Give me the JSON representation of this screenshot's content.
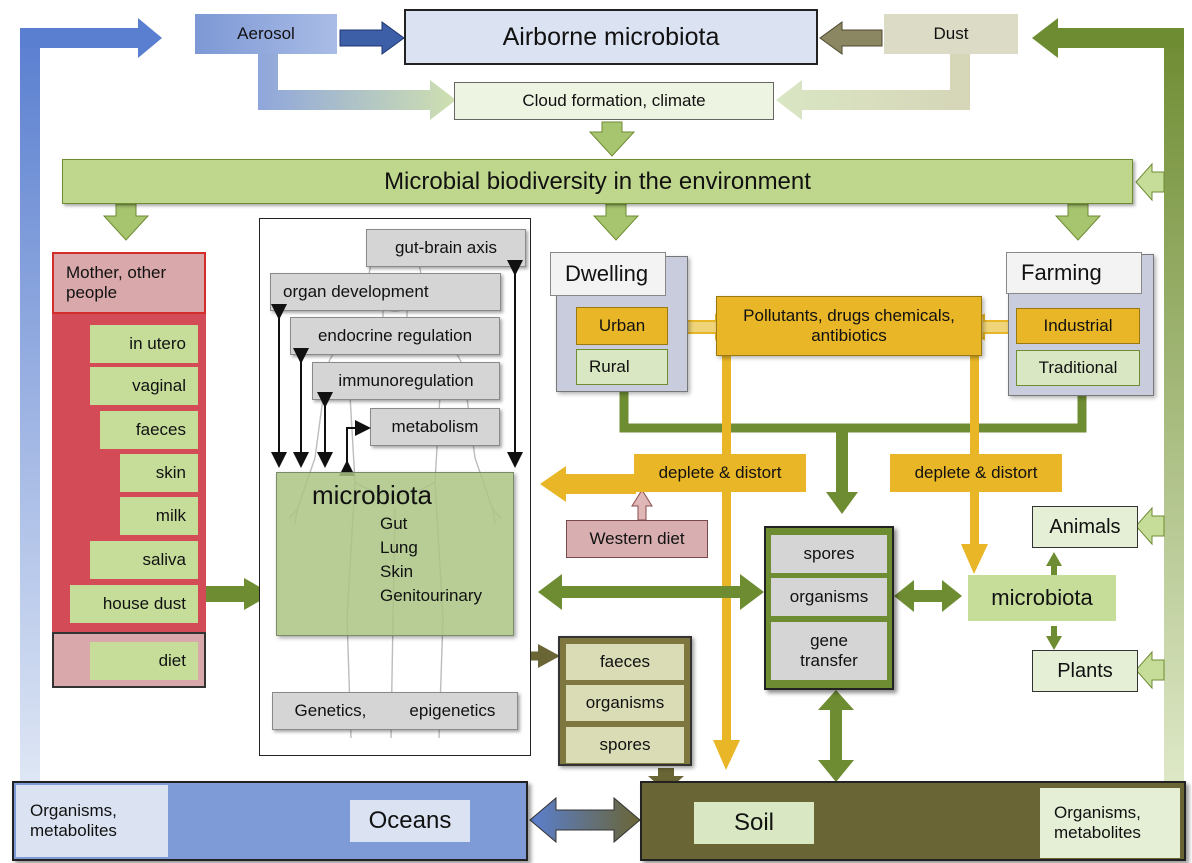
{
  "top": {
    "airborne": "Airborne microbiota",
    "aerosol": "Aerosol",
    "dust": "Dust",
    "cloud": "Cloud formation, climate",
    "biodiversity": "Microbial biodiversity in the environment"
  },
  "mother": {
    "title": "Mother, other people",
    "items": [
      "in utero",
      "vaginal",
      "faeces",
      "skin",
      "milk",
      "saliva",
      "house dust"
    ],
    "diet": "diet"
  },
  "human": {
    "effects": [
      "gut-brain axis",
      "organ development",
      "endocrine regulation",
      "immunoregulation",
      "metabolism"
    ],
    "microbiota_title": "microbiota",
    "sites": [
      "Gut",
      "Lung",
      "Skin",
      "Genitourinary"
    ],
    "genetics": "Genetics,",
    "epigenetics": "epigenetics"
  },
  "excreta": [
    "faeces",
    "organisms",
    "spores"
  ],
  "dwelling": {
    "title": "Dwelling",
    "urban": "Urban",
    "rural": "Rural"
  },
  "farming": {
    "title": "Farming",
    "industrial": "Industrial",
    "traditional": "Traditional"
  },
  "pollutants": "Pollutants, drugs chemicals, antibiotics",
  "deplete_left": "deplete & distort",
  "deplete_right": "deplete & distort",
  "western_diet": "Western diet",
  "env_pool": [
    "spores",
    "organisms",
    "gene transfer"
  ],
  "env_microbiota": "microbiota",
  "animals": "Animals",
  "plants": "Plants",
  "oceans": {
    "label": "Oceans",
    "note": "Organisms, metabolites"
  },
  "soil": {
    "label": "Soil",
    "note": "Organisms, metabolites"
  },
  "colors": {
    "green_dark": "#6e8c32",
    "green_light": "#c6dd9a",
    "yellow": "#e8b626",
    "red": "#d24b56",
    "blue": "#6f8fd0",
    "olive": "#6a6535"
  }
}
